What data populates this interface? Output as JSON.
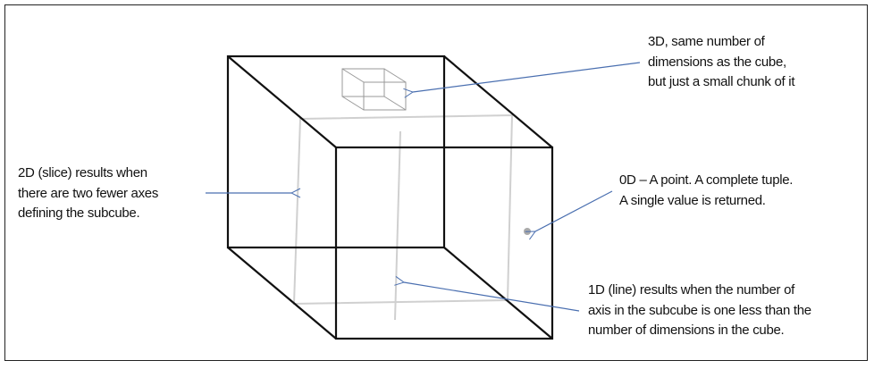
{
  "annotations": {
    "three_d": [
      "3D, same number of",
      "dimensions as the cube,",
      "but just a small chunk of it"
    ],
    "two_d": [
      "2D (slice) results when",
      "there are two fewer axes",
      "defining the subcube."
    ],
    "zero_d": [
      "0D – A point. A complete tuple.",
      "A single value is returned."
    ],
    "one_d": [
      "1D (line) results when the number of",
      "axis in the subcube is one less than the",
      "number of dimensions in the cube."
    ]
  },
  "colors": {
    "cube": "#111111",
    "slice": "#d0d0d0",
    "subcube": "#999999",
    "arrow": "#4a6fb0",
    "point": "#aaaaaa"
  }
}
